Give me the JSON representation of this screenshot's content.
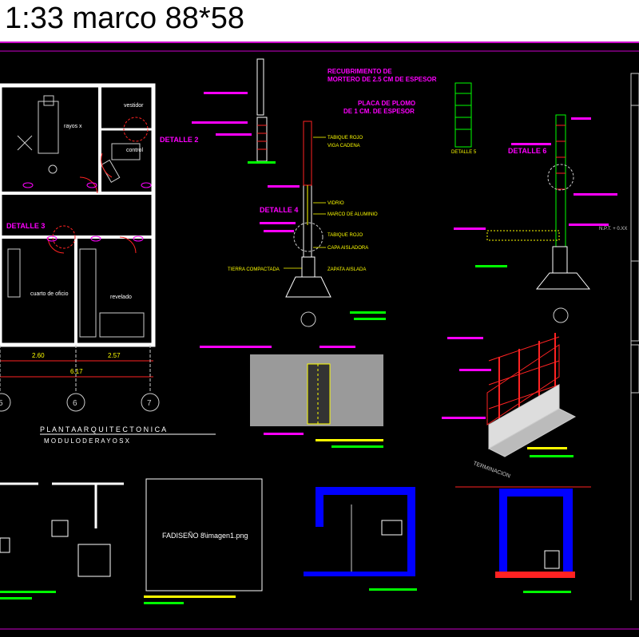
{
  "title": "1:33 marco 88*58",
  "plan": {
    "rooms": [
      "rayos x",
      "vestidor",
      "control",
      "cuarto de oficio",
      "revelado"
    ],
    "details": [
      "DETALLE 2",
      "DETALLE 3"
    ],
    "dims": [
      "2.60",
      "2.57",
      "6.17"
    ],
    "axes": [
      "5",
      "6",
      "7"
    ],
    "caption1": "P L A N T A    A R Q U I T E C T O N I C A",
    "caption2": "M O D U L O   D E   R A Y O S   X"
  },
  "detail4": {
    "label": "DETALLE 4",
    "notes": [
      "TABIQUE ROJO",
      "VIGA CADENA",
      "VIDRIO",
      "MARCO DE ALUMINIO",
      "TABIQUE ROJO",
      "CAPA AISLADORA",
      "ZAPATA AISLADA",
      "TIERRA COMPACTADA"
    ]
  },
  "detail5": {
    "label": "DETALLE 5",
    "notes": [
      "RECUBRIMIENTO DE",
      "MORTERO DE 2.5 CM DE ESPESOR",
      "PLACA DE PLOMO",
      "DE 1 CM. DE ESPESOR"
    ]
  },
  "detail6": {
    "label": "DETALLE 6",
    "level": "N.P.T. + 0.XX"
  },
  "sheet": {
    "placeholder": "FADISEÑO 8\\imagen1.png",
    "tag": "TERMINACION"
  },
  "colors": {
    "magenta": "#ff00ff",
    "yellow": "#ffff00",
    "green": "#00ff00",
    "red": "#ff2020",
    "blue": "#0000ff",
    "white": "#ffffff",
    "grey": "#9a9a9a"
  }
}
